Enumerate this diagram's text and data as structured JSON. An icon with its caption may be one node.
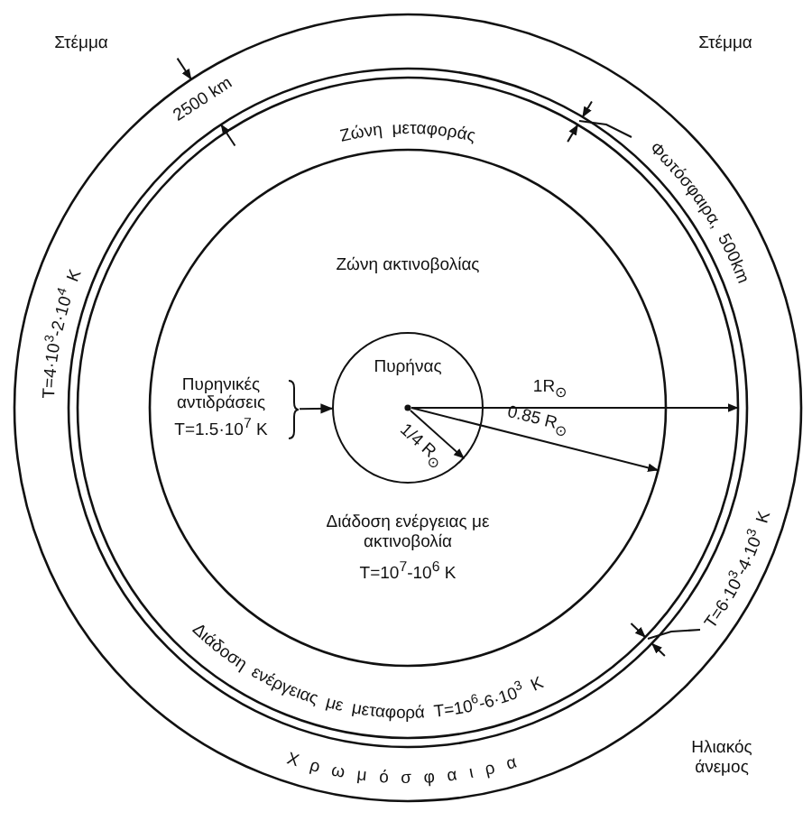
{
  "diagram": {
    "nodes": [
      {
        "text": [
          "Πυρήνας"
        ]
      },
      {
        "text": [
          "Πυρηνικές αντιδράσεις",
          "T=1.5·10$^{7}$ K"
        ]
      },
      {
        "text": [
          "Φωτόσφαιρα, 500km"
        ]
      },
      {
        "text": [
          "T=6·10$^{3}$-4·10$^{3}$ K"
        ]
      }
    ],
    "edges": [
      {
        "from": 1,
        "to": 0,
        "arrow": "to"
      },
      {
        "from": 2,
        "to": null,
        "arrow": "none"
      },
      {
        "from": 3,
        "to": null,
        "arrow": "none"
      }
    ],
    "labels": [
      "Στέμμα",
      "Στέμμα",
      "2500 km",
      "Ζώνη μεταφοράς",
      "Ζώνη ακτινοβολίας",
      "T=4·10$^{3}$-2·10$^{4}$ K",
      "1R$_{⊙}$",
      "0.85 R$_{⊙}$",
      "1/4 R$_{⊙}$",
      "Διάδοση ενέργειας με ακτινοβολία",
      "T=10$^{7}$-10$^{6}$ K",
      "Διάδοση ενέργειας με μεταφορά T=10$^{6}$-6·10$^{3}$ K",
      "Χρωμόσφαιρα",
      "Ηλιακός άνεμος"
    ]
  }
}
